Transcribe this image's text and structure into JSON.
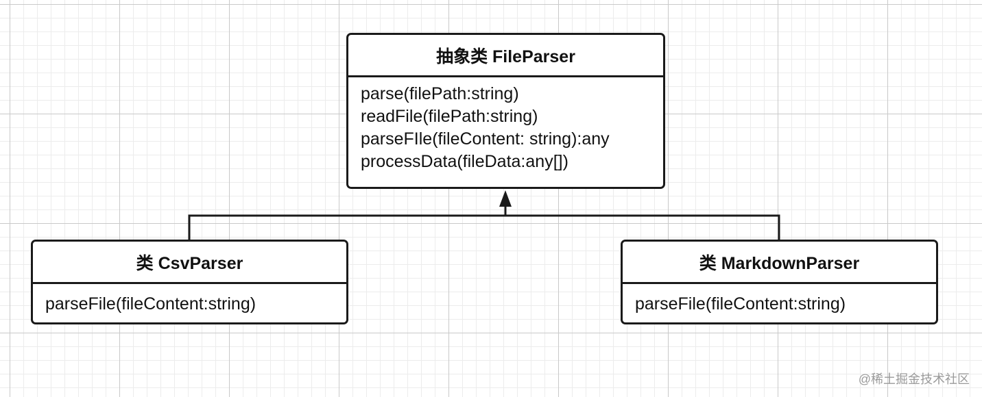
{
  "classes": {
    "abstract": {
      "title": "抽象类 FileParser",
      "methods": [
        "parse(filePath:string)",
        "readFile(filePath:string)",
        "parseFIle(fileContent: string):any",
        "processData(fileData:any[])"
      ]
    },
    "csv": {
      "title": "类 CsvParser",
      "methods": [
        "parseFile(fileContent:string)"
      ]
    },
    "markdown": {
      "title": "类 MarkdownParser",
      "methods": [
        "parseFile(fileContent:string)"
      ]
    }
  },
  "relationship": "inheritance",
  "colors": {
    "stroke": "#1a1a1a",
    "grid_major": "#c9c9c9",
    "grid_minor": "#ececec",
    "watermark": "#9a9a9a"
  },
  "watermark": "@稀土掘金技术社区"
}
